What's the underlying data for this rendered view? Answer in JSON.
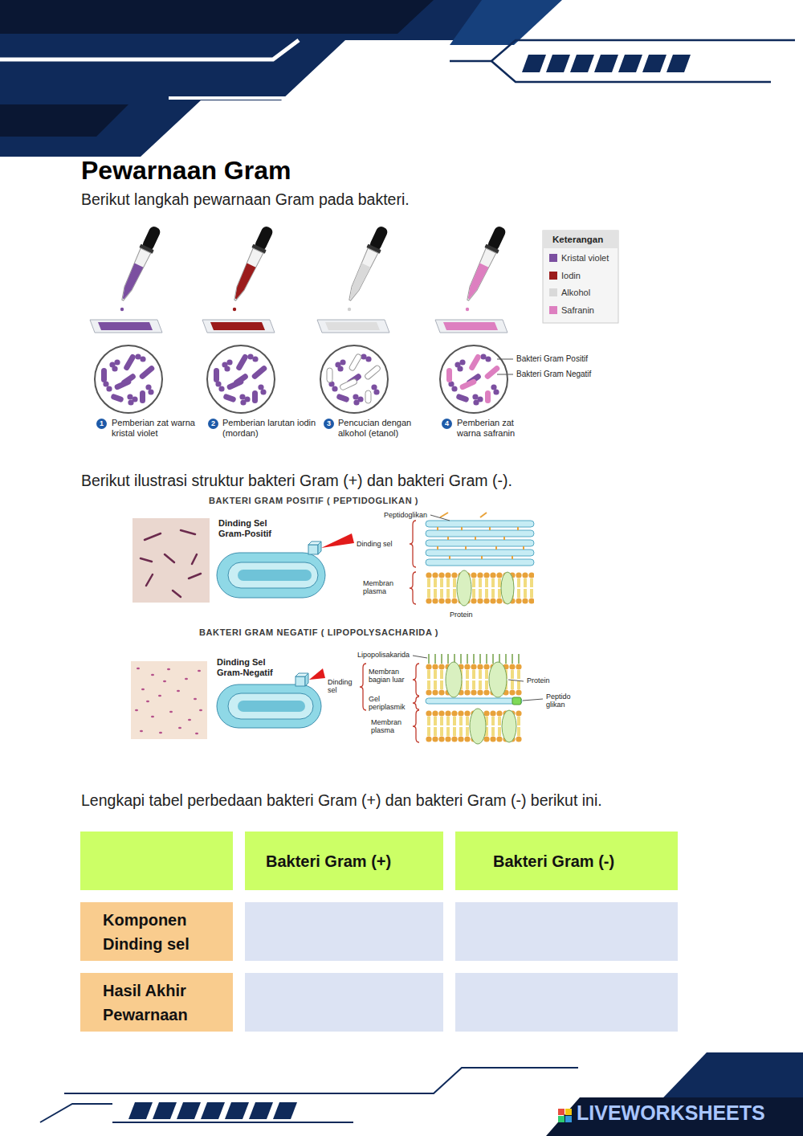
{
  "diagram": {
    "title": "Pewarnaan Gram",
    "nodes": [
      {
        "text": [
          "Bakteri Gram (+)"
        ]
      },
      {
        "text": [
          "Bakteri Gram (-)"
        ]
      },
      {
        "text": [
          "Komponen Dinding sel"
        ]
      },
      {
        "text": [
          "Hasil Akhir Pewarnaan"
        ]
      }
    ],
    "labels": [
      "Berikut langkah pewarnaan Gram pada bakteri.",
      "Keterangan",
      "1",
      "Pemberian zat warna kristal violet",
      "2",
      "Pemberian larutan iodin (mordan)",
      "3",
      "Pencucian dengan alkohol (etanol)",
      "4",
      "Pemberian zat warna safranin",
      "Bakteri Gram Positif",
      "Bakteri Gram Negatif",
      "Berikut ilustrasi struktur bakteri Gram (+) dan bakteri Gram (-).",
      "BAKTERI GRAM POSITIF ( PEPTIDOGLIKAN )",
      "Dinding Sel Gram-Positif",
      "Peptidoglikan",
      "Dinding sel",
      "Membran plasma",
      "Protein",
      "BAKTERI GRAM NEGATIF ( LIPOPOLYSACHARIDA )",
      "Dinding Sel Gram-Negatif",
      "Lipopolisakarida",
      "Membran bagian luar",
      "Dinding sel",
      "Gel periplasmik",
      "Membran plasma",
      "Protein",
      "Peptido glikan",
      "Lengkapi tabel perbedaan bakteri Gram (+) dan bakteri Gram (-) berikut ini.",
      "LIVEWORKSHEETS"
    ],
    "legend": [
      {
        "text": "Kristal violet",
        "color": "#7b4fa0"
      },
      {
        "text": "Iodin",
        "color": "#9b1b1b"
      },
      {
        "text": "Alkohol",
        "color": "#d9d9d9"
      },
      {
        "text": "Safranin",
        "color": "#dd7fc0"
      }
    ]
  }
}
